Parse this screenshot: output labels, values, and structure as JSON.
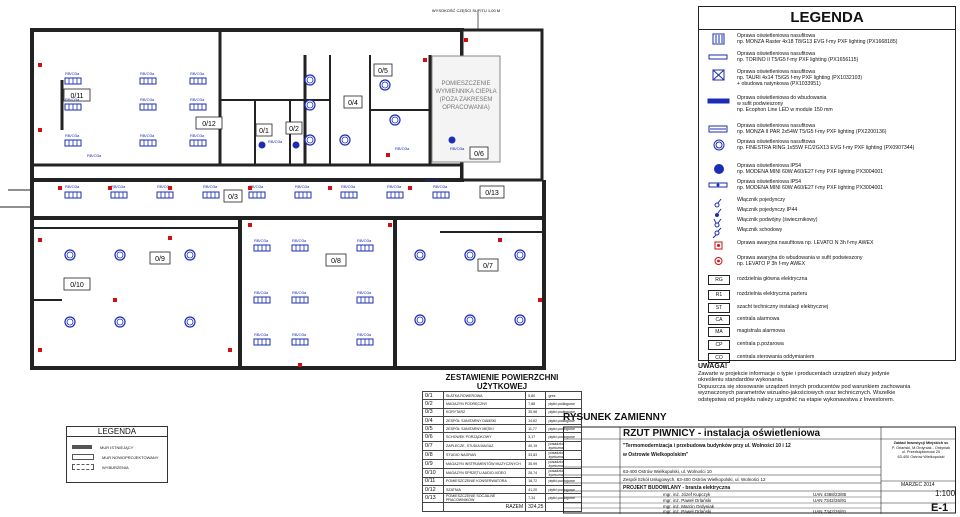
{
  "legend": {
    "title": "LEGENDA",
    "items": [
      {
        "icon": "raster-luminaire-icon",
        "text": [
          "Oprawa oświetleniowa nasufitowa",
          "np. MONZA Raster 4x18 T8/G13 EVG f-my PXF lighting (PX1668185)"
        ]
      },
      {
        "icon": "torino-luminaire-icon",
        "text": [
          "Oprawa oświetleniowa nasufitowa",
          "np. TORINO II T5/G5 f-my PXF lighting (PX1656115)"
        ]
      },
      {
        "icon": "tauri-luminaire-icon",
        "text": [
          "Oprawa oświetleniowa nasufitowa",
          "np. TAURI 4x14 T5/G5 f-my PXF lighting (PX1032103)",
          "+ obudowa natynkowa (PX1033951)"
        ]
      },
      {
        "icon": "ecophon-luminaire-icon",
        "text": [
          "Oprawa oświetleniowa do wbudowania",
          "w sufit podwieszony",
          "np. Ecophon Line LED w module 150 mm"
        ]
      },
      {
        "icon": "monza-par-luminaire-icon",
        "text": [
          "Oprawa oświetleniowa nasufitowa",
          "np. MONZA II PAR 2x54W T5/G5 f-my PXF lighting (PX2200136)"
        ]
      },
      {
        "icon": "finestra-ring-icon",
        "text": [
          "Oprawa oświetleniowa nasufitowa",
          "np. FINESTRA RING 1x55W FC/2GX13 EVG f-my PXF lighting (PX0907344)"
        ]
      },
      {
        "icon": "modena-ip54-round-icon",
        "text": [
          "Oprawa oświetleniowa IP54",
          "np. MODENA MINI 60W A60/E27 f-my PXF lighting PX3004001"
        ]
      },
      {
        "icon": "modena-ip54-linear-icon",
        "text": [
          "Oprawa oświetleniowa IP54",
          "np. MODENA MINI 60W A60/E27 f-my PXF lighting PX3004001"
        ]
      },
      {
        "icon": "single-switch-icon",
        "text": [
          "Włącznik pojedynczy"
        ]
      },
      {
        "icon": "single-switch-ip44-icon",
        "text": [
          "Włącznik pojedynczy IP44"
        ]
      },
      {
        "icon": "double-switch-icon",
        "text": [
          "Włącznik podwójny (świecznikowy)"
        ]
      },
      {
        "icon": "stair-switch-icon",
        "text": [
          "Włącznik schodowy"
        ]
      },
      {
        "icon": "emergency-ceiling-icon",
        "text": [
          "Oprawa awaryjna nasufitowa np. LEVATO N 3h f-my AWEX"
        ]
      },
      {
        "icon": "emergency-recessed-icon",
        "text": [
          "Oprawa awaryjna do wbudowania w sufit podwieszony",
          "np. LEVATO P 3h f-my AWEX"
        ]
      }
    ],
    "codes": [
      {
        "code": "RG",
        "text": "rozdzielnia główna elektryczna"
      },
      {
        "code": "R1",
        "text": "rozdzielnia elektryczna parteru"
      },
      {
        "code": "ST",
        "text": "szacht techniczny instalacji elektrycznej"
      },
      {
        "code": "CA",
        "text": "centrala alarmowa"
      },
      {
        "code": "MA",
        "text": "magistrala alarmowa"
      },
      {
        "code": "CP",
        "text": "centrala p.pożarowa"
      },
      {
        "code": "CO",
        "text": "centrala sterowania oddymianiem"
      }
    ]
  },
  "note": {
    "heading": "UWAGA!",
    "lines": [
      "Zawarte w projekcie informacje o typie i producentach urządzeń służy jedynie",
      "określeniu standardów wykonania.",
      "Dopuszcza się stosowanie urządzeń innych producentów pod warunkiem zachowania",
      "wyznaczonych parametrów wizualno-jakościowych oraz technicznych. Wszelkie",
      "odstępstwa od projektu należy uzgodnić na etapie wykonawstwa z Inwestorem."
    ]
  },
  "title_block": {
    "revised": "RYSUNEK ZAMIENNY",
    "title": "RZUT  PIWNICY - instalacja oświetleniowa",
    "project_name": "\"Termomodernizacja i przebudowa budynków przy ul. Wolności 10 i 12",
    "project_city": "w Ostrowie Wielkopolskim\"",
    "address": "63-400 Ostrów Wielkopolski, ul. Wolności 10",
    "investor": "Zespół Szkół Usługowych, 63-400 Ostrów Wielkopolski, ul. Wolności 12",
    "phase": "PROJEKT BUDOWLANY - branża elektryczna",
    "designer1": "mgr. inż. Józef Kupczyk",
    "designer1_lic": "UAN 4388/23/85",
    "designer2": "mgr. inż. Paweł Orlański",
    "designer2_lic": "UAN 7342/26/91",
    "drafter": "mgr. inż. Marcin Ordyniak",
    "checker": "mgr. inż. Paweł Orlański",
    "checker_lic": "UAN 7342/26/91",
    "date": "MARZEC 2014",
    "scale": "1:100",
    "sheet": "E-1",
    "firm_lines": [
      "Zakład Inwestycji Miejskich sc",
      "P. Orlański, M.Ordyniak - Ordyniak",
      "ul. Przedsiębiorców 20",
      "63-400 Ostrów Wielkopolski"
    ]
  },
  "areas": {
    "title": "ZESTAWIENIE POWIERZCHNI UŻYTKOWEJ",
    "rows": [
      {
        "n": "0/1",
        "name": "SŁATKA ROWEROWA",
        "area": "5,80",
        "floor": "gres"
      },
      {
        "n": "0/2",
        "name": "MAGAZYN PODRĘCZNY",
        "area": "7,88",
        "floor": "płytki podłogowe"
      },
      {
        "n": "0/3",
        "name": "KORYTARZ",
        "area": "35,98",
        "floor": "płytki podłogowe"
      },
      {
        "n": "0/4",
        "name": "ZESPÓŁ SANITARNY DAMSKI",
        "area": "14,62",
        "floor": "płytki podłogowe"
      },
      {
        "n": "0/5",
        "name": "ZESPÓŁ SANITARNY MĘSKI",
        "area": "11,77",
        "floor": "płytki podłogowe"
      },
      {
        "n": "0/6",
        "name": "SCHOWEK PORZĄDKOWY",
        "area": "3,17",
        "floor": "płytki podłogowe"
      },
      {
        "n": "0/7",
        "name": "ZAPLECZE, STUDIA MAGAZ.",
        "area": "40,19",
        "floor": "posadzka żywiczna"
      },
      {
        "n": "0/8",
        "name": "STUDIO NAGRAŃ",
        "area": "33,83",
        "floor": "posadzka żywiczna"
      },
      {
        "n": "0/9",
        "name": "MAGAZYN INSTRUMENTÓW MUZYCZNYCH",
        "area": "35,99",
        "floor": "posadzka żywiczna"
      },
      {
        "n": "0/10",
        "name": "MAGAZYN SPRZĘTU AUDIO-VIDEO",
        "area": "28,74",
        "floor": "posadzka żywiczna"
      },
      {
        "n": "0/11",
        "name": "POMIESZCZENIE KONSERWATORA",
        "area": "18,72",
        "floor": "płytki podłogowe"
      },
      {
        "n": "0/12",
        "name": "SZATNIA",
        "area": "41,20",
        "floor": "płytki podłogowe"
      },
      {
        "n": "0/13",
        "name": "POMIESZCZENIE SOCJALNE PRACOWNIKÓW",
        "area": "7,34",
        "floor": "płytki podłogowe"
      }
    ],
    "total_label": "RAZEM",
    "total": "324,25"
  },
  "mini_legend": {
    "title": "LEGENDA",
    "items": [
      "MUR ISTNIEJĄCY",
      "MUR NOWOPROJEKTOWANY",
      "WYBURZENIA"
    ]
  },
  "plan": {
    "room_labels": [
      "0/1",
      "0/2",
      "0/3",
      "0/4",
      "0/5",
      "0/6",
      "0/7",
      "0/8",
      "0/9",
      "0/10",
      "0/11",
      "0/12",
      "0/13"
    ],
    "boiler_text": [
      "POMIESZCZENIE",
      "WYMIENNIKA CIEPŁA",
      "(POZA ZAKRESEM",
      "OPRACOWANIA)"
    ],
    "circuit_label": "RB/O3a",
    "top_label": "WYSOKOŚĆ CZĘŚCI SUFITU 1,00 M"
  }
}
